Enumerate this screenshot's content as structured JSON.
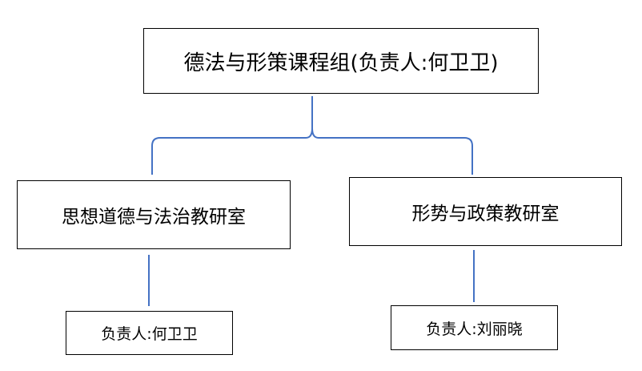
{
  "org_chart": {
    "root": {
      "label": "德法与形策课程组(负责人:何卫卫)"
    },
    "children": [
      {
        "label": "思想道德与法治教研室",
        "leader": "负责人:何卫卫"
      },
      {
        "label": "形势与政策教研室",
        "leader": "负责人:刘丽晓"
      }
    ]
  },
  "colors": {
    "connector": "#4472C4",
    "box_border": "#000000"
  }
}
